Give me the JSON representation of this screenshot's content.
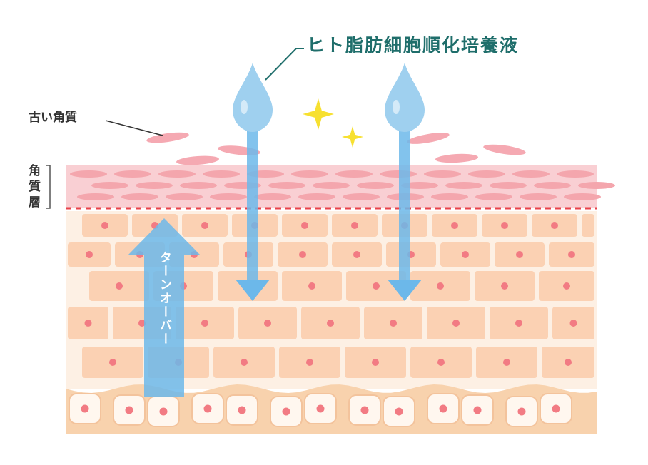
{
  "title": "ヒト脂肪細胞順化培養液",
  "labels": {
    "old_keratin": "古い角質",
    "stratum_corneum": [
      "角",
      "質",
      "層"
    ],
    "turnover": "ターンオーバー"
  },
  "colors": {
    "title": "#1f6e6b",
    "droplet": "#9fd0ef",
    "arrow": "#6cb8ea",
    "keratin_band": "#f9cfd3",
    "keratin_cell": "#f4a6ad",
    "cell_fill": "#fbd1b3",
    "cell_bg": "#fdf0e4",
    "nucleus": "#f27b83",
    "basal_bg": "#f8d2ad",
    "sparkle": "#f7e030",
    "dashed_line": "#e8424a"
  }
}
